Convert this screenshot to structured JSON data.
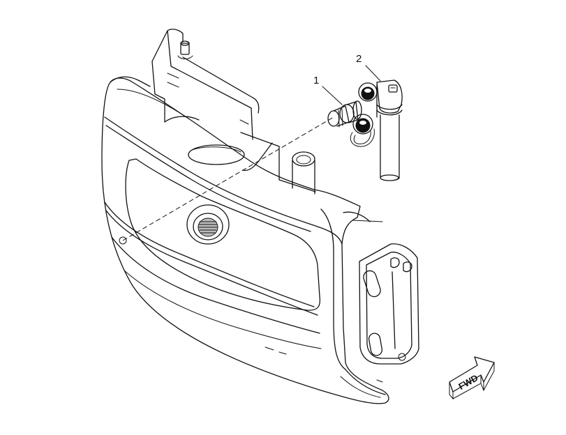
{
  "callouts": [
    {
      "id": "1",
      "label": "1"
    },
    {
      "id": "2",
      "label": "2"
    }
  ],
  "direction_arrow": {
    "label": "FWD"
  },
  "colors": {
    "line": "#111111",
    "background": "#ffffff"
  }
}
